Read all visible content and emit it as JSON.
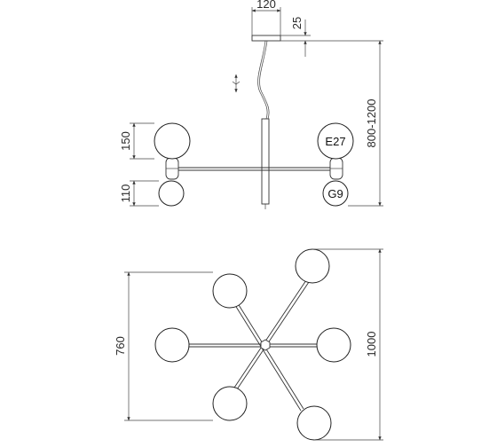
{
  "dimensions": {
    "canopy_width": "120",
    "canopy_height": "25",
    "drop_height": "800-1200",
    "globe_large": "150",
    "globe_small": "110",
    "plan_width": "760",
    "plan_length": "1000"
  },
  "labels": {
    "base_e27": "E27",
    "base_g9": "G9"
  },
  "colors": {
    "line": "#333333",
    "background": "#ffffff"
  }
}
